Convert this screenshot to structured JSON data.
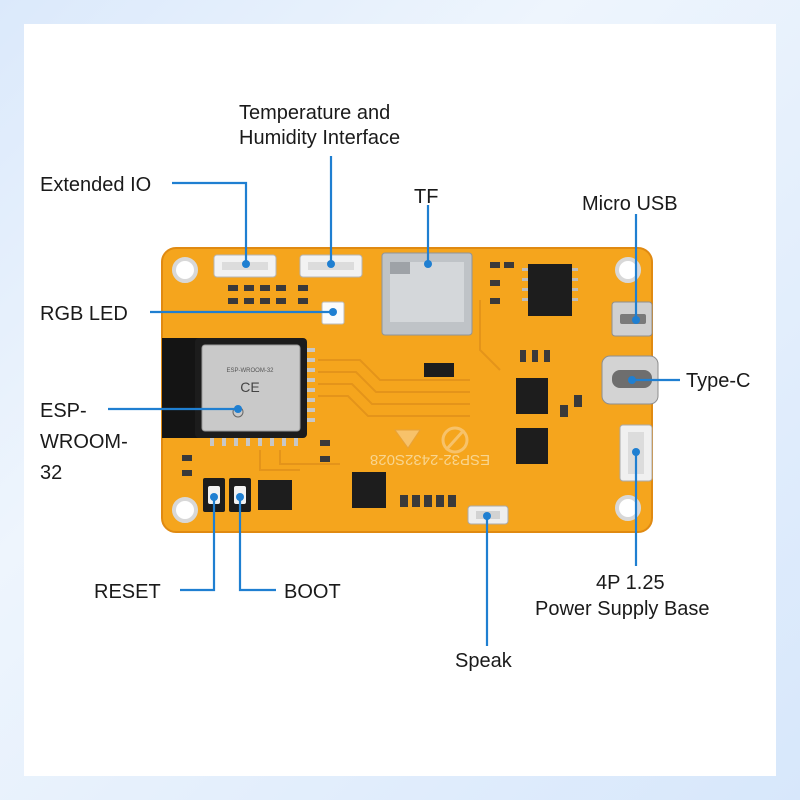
{
  "labels": {
    "temperature_humidity_line1": "Temperature and",
    "temperature_humidity_line2": "Humidity Interface",
    "extended_io": "Extended IO",
    "tf": "TF",
    "micro_usb": "Micro USB",
    "rgb_led": "RGB LED",
    "esp_line1": "ESP-",
    "esp_line2": "WROOM-",
    "esp_line3": "32",
    "type_c": "Type-C",
    "reset": "RESET",
    "boot": "BOOT",
    "power_line1": "4P 1.25",
    "power_line2": "Power Supply Base",
    "speak": "Speak"
  },
  "board": {
    "model_silkscreen": "ESP32-2432S028",
    "module_text": "ESP-WROOM-32",
    "colors": {
      "pcb": "#f5a51d",
      "pcb_edge": "#e08a12",
      "callout": "#1f7fd1",
      "module": "#1c1c1c",
      "module_shield": "#c9c9c9"
    }
  }
}
